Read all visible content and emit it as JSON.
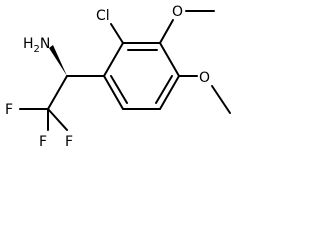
{
  "molecule": {
    "atoms": {
      "amine": "H2N",
      "amine_h": "H",
      "amine_sub": "2",
      "amine_n": "N",
      "chloro": "Cl",
      "oxygen_1": "O",
      "oxygen_2": "O",
      "fluorine_1": "F",
      "fluorine_2": "F",
      "fluorine_3": "F"
    }
  }
}
